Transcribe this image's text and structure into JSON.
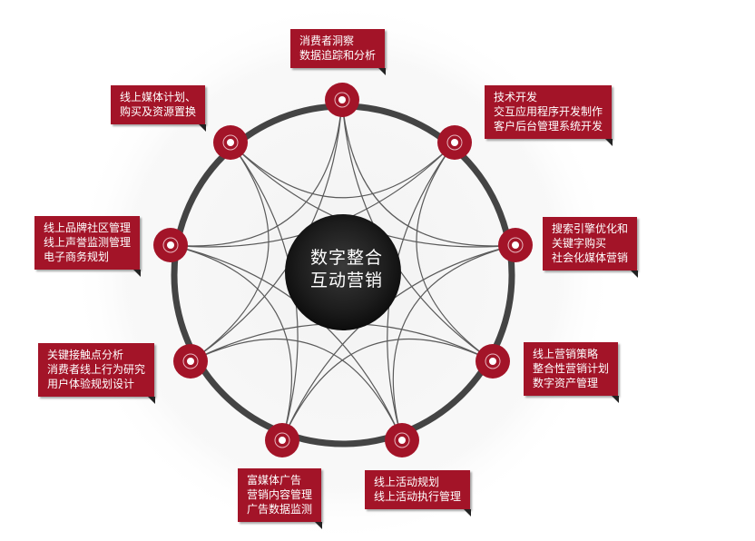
{
  "colors": {
    "accent": "#a31428",
    "ring": "#444444",
    "hub": "#1a1a1a",
    "curve": "#5a5a5a",
    "label_text": "#ffffff"
  },
  "center": {
    "line1": "数字整合",
    "line2": "互动营销"
  },
  "nodes": [
    {
      "id": "consumer",
      "lines": [
        "消费者洞察",
        "数据追踪和分析"
      ]
    },
    {
      "id": "tech",
      "lines": [
        "技术开发",
        "交互应用程序开发制作",
        "客户后台管理系统开发"
      ]
    },
    {
      "id": "search",
      "lines": [
        "搜索引擎优化和",
        "关键字购买",
        "社会化媒体营销"
      ]
    },
    {
      "id": "strategy",
      "lines": [
        "线上营销策略",
        "整合性营销计划",
        "数字资产管理"
      ]
    },
    {
      "id": "event",
      "lines": [
        "线上活动规划",
        "线上活动执行管理"
      ]
    },
    {
      "id": "richmedia",
      "lines": [
        "富媒体广告",
        "营销内容管理",
        "广告数据监测"
      ]
    },
    {
      "id": "touchpoint",
      "lines": [
        "关键接触点分析",
        "消费者线上行为研究",
        "用户体验规划设计"
      ]
    },
    {
      "id": "brand",
      "lines": [
        "线上品牌社区管理",
        "线上声誉监测管理",
        "电子商务规划"
      ]
    },
    {
      "id": "media",
      "lines": [
        "线上媒体计划、",
        "购买及资源置换"
      ]
    }
  ]
}
